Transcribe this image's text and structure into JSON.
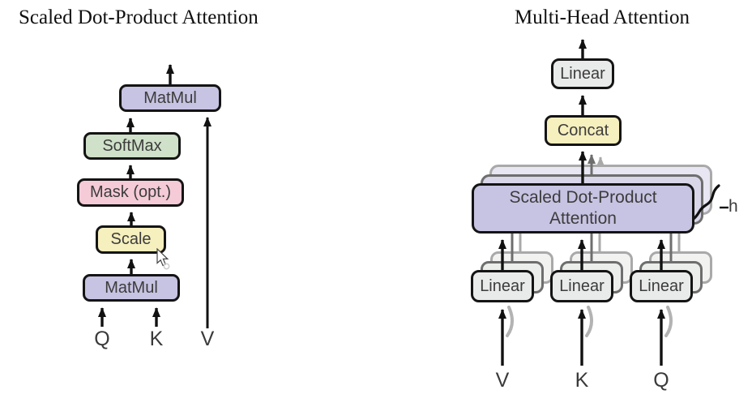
{
  "left_diagram": {
    "title": "Scaled Dot-Product Attention",
    "boxes": {
      "matmul_top": "MatMul",
      "softmax": "SoftMax",
      "mask": "Mask (opt.)",
      "scale": "Scale",
      "matmul_bottom": "MatMul"
    },
    "inputs": {
      "q": "Q",
      "k": "K",
      "v": "V"
    }
  },
  "right_diagram": {
    "title": "Multi-Head Attention",
    "boxes": {
      "linear_out": "Linear",
      "concat": "Concat",
      "attention": "Scaled Dot-Product Attention",
      "linear_v": "Linear",
      "linear_k": "Linear",
      "linear_q": "Linear"
    },
    "heads_label": "h",
    "inputs": {
      "v": "V",
      "k": "K",
      "q": "Q"
    }
  },
  "colors": {
    "matmul_fill": "#c7c3e2",
    "softmax_fill": "#cfe1c9",
    "mask_fill": "#f5cbd8",
    "scale_fill": "#f6efbe",
    "concat_fill": "#f6efbe",
    "linear_fill": "#e8ebe9",
    "attention_fill": "#c7c3e2",
    "border": "#141414",
    "ghost_border_mid": "#6e6e6e",
    "ghost_border_light": "#a9a9a9"
  }
}
